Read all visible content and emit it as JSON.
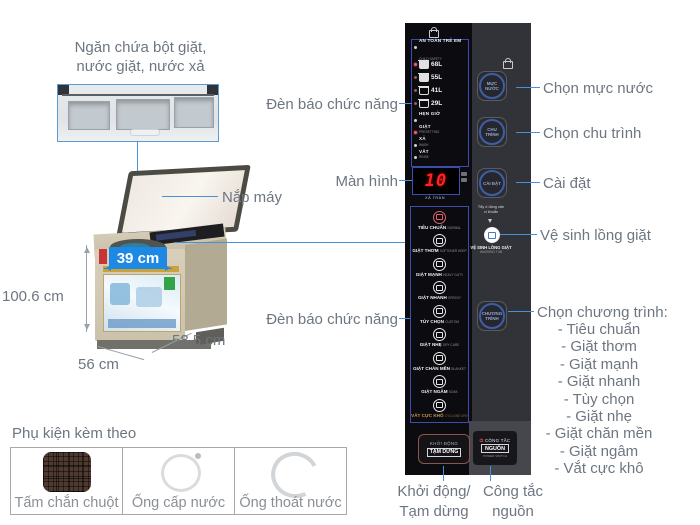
{
  "drawer": {
    "label": "Ngăn chứa bột giặt,\nnước giặt, nước xả"
  },
  "machine": {
    "lid_label": "Nắp máy",
    "dim_top": "39 cm",
    "dim_height": "100.6 cm",
    "dim_depth": "58.5 cm",
    "dim_width": "56  cm"
  },
  "left_labels": {
    "function_lights_top": "Đèn báo chức năng",
    "display": "Màn hình",
    "function_lights_bottom": "Đèn báo chức năng"
  },
  "right_labels": {
    "water_level": "Chọn mực nước",
    "cycle": "Chọn chu trình",
    "settings": "Cài đặt",
    "tub_clean": "Vệ sinh lồng giặt",
    "program_heading": "Chọn chương trình:",
    "program_items": [
      "- Tiêu chuẩn",
      "- Giặt thơm",
      "- Giặt mạnh",
      "- Giặt nhanh",
      "- Tùy chọn",
      "- Giặt nhẹ",
      "- Giặt chăn mền",
      "- Giặt ngâm",
      "- Vắt cực khô"
    ]
  },
  "bottom_labels": {
    "start": "Khởi động/\nTạm dừng",
    "power": "Công tắc\nnguồn"
  },
  "panel": {
    "child_safety_vn": "AN TOÀN TRẺ EM",
    "child_safety_en": "CHILD SAFETY",
    "water_levels": [
      {
        "value": "68L"
      },
      {
        "value": "55L"
      },
      {
        "value": "41L"
      },
      {
        "value": "29L"
      }
    ],
    "status_rows": [
      {
        "vn": "HẸN GIỜ",
        "en": "PRESETTING"
      },
      {
        "vn": "GIẶT",
        "en": "WASH"
      },
      {
        "vn": "XẢ",
        "en": "RINSE"
      },
      {
        "vn": "VẮT",
        "en": "SPIN"
      }
    ],
    "display_value": "10",
    "display_caption": "XẢ TRÀN",
    "programs": [
      {
        "vn": "TIÊU CHUẨN",
        "en": "NORMAL"
      },
      {
        "vn": "GIẶT THƠM",
        "en": "SOFTENER KEEP"
      },
      {
        "vn": "GIẶT MẠNH",
        "en": "HEAVY DUTY"
      },
      {
        "vn": "GIẶT NHANH",
        "en": "SPEEDY"
      },
      {
        "vn": "TÙY CHỌN",
        "en": "CUSTOM"
      },
      {
        "vn": "GIẶT NHẸ",
        "en": "DRY CARE"
      },
      {
        "vn": "GIẶT CHĂN MỀN",
        "en": "BLANKET"
      },
      {
        "vn": "GIẶT NGÂM",
        "en": "SOAK"
      },
      {
        "vn": "VẮT CỰC KHÔ",
        "en": "CYCLONE DRY"
      }
    ],
    "buttons": {
      "water_level": "MỰC\nNƯỚC",
      "cycle": "CHU\nTRÌNH",
      "settings": "CÀI ĐẶT",
      "program": "CHƯƠNG\nTRÌNH"
    },
    "tub_clean_note": "Tẩy ố đóng cặn\nvi khuẩn",
    "tub_clean_vn": "VỆ SINH LỒNG GIẶT",
    "tub_clean_en": "WASHING TUB",
    "start_line1": "KHỞI ĐỘNG",
    "start_line2": "TẠM DỪNG",
    "power_line1": "CÔNG TẮC",
    "power_line2": "NGUỒN",
    "power_en": "POWER SWITCH"
  },
  "accessories": {
    "title": "Phụ kiện kèm theo",
    "items": [
      {
        "label": "Tấm chắn chuột"
      },
      {
        "label": "Ống cấp nước"
      },
      {
        "label": "Ống thoát nước"
      }
    ]
  }
}
